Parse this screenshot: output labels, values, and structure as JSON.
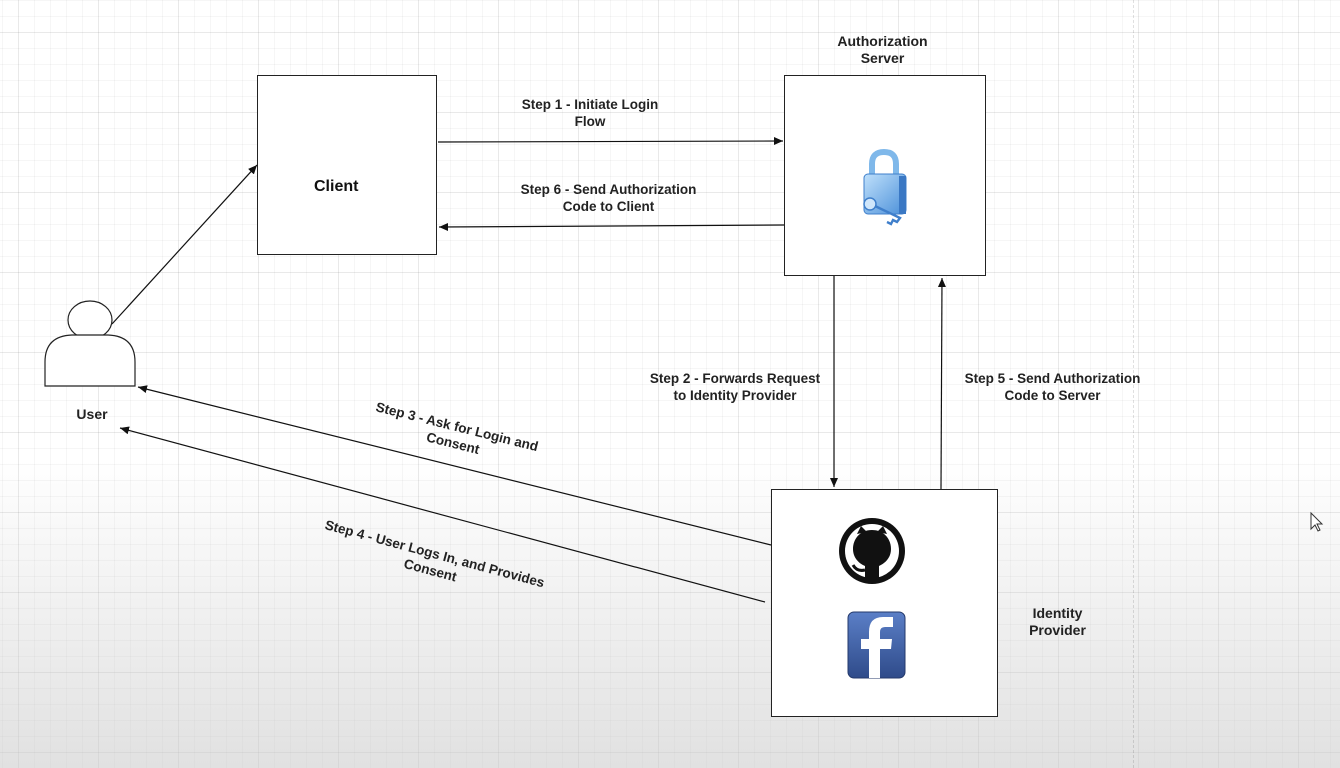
{
  "nodes": {
    "client": "Client",
    "auth_server": "Authorization\nServer",
    "user": "User",
    "identity_provider": "Identity\nProvider"
  },
  "steps": {
    "step1": "Step 1 - Initiate Login\nFlow",
    "step2": "Step 2 - Forwards Request\nto Identity Provider",
    "step3": "Step 3 - Ask for Login and\nConsent",
    "step4": "Step 4 - User Logs In, and Provides\nConsent",
    "step5": "Step 5 - Send Authorization\nCode to Server",
    "step6": "Step 6 - Send Authorization\nCode to Client"
  },
  "icons": {
    "auth_server": "padlock-key-icon",
    "github": "github-icon",
    "facebook": "facebook-icon",
    "user": "user-icon",
    "cursor": "mouse-cursor-icon"
  },
  "colors": {
    "lock_blue": "#5aa9e6",
    "facebook_blue": "#3b5998",
    "github_black": "#111111"
  }
}
